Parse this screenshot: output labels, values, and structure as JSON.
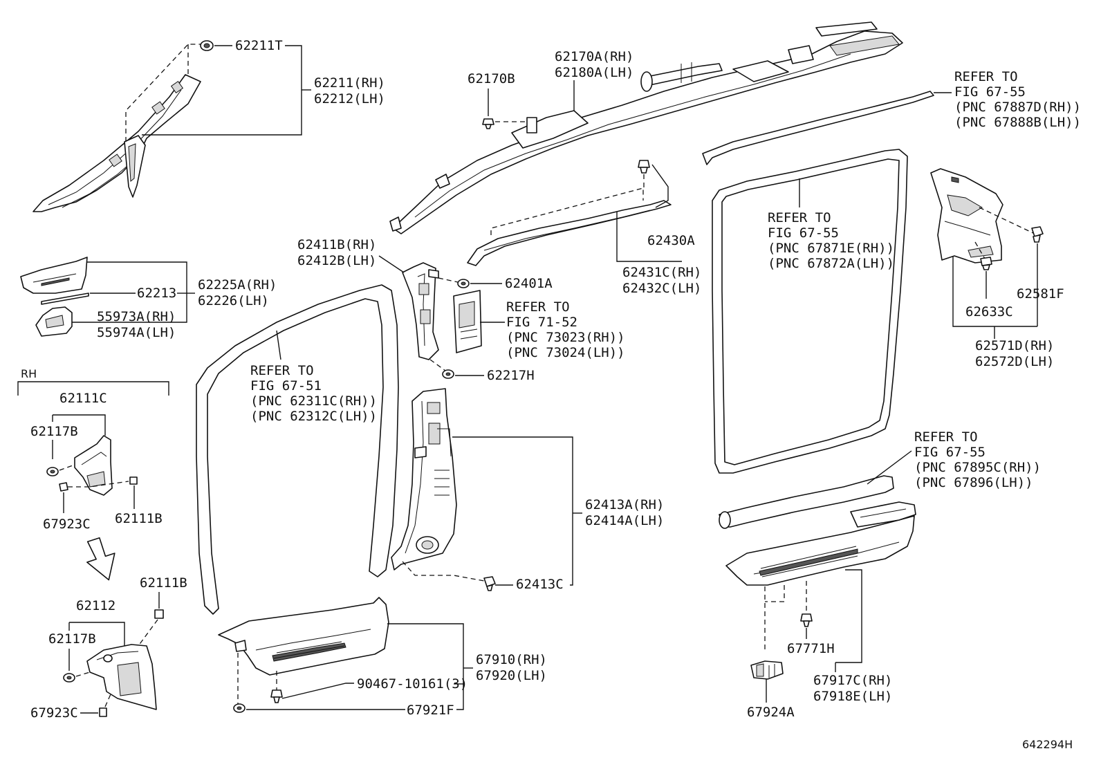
{
  "labels": {
    "l_62211T": "62211T",
    "l_62211RH": "62211(RH)",
    "l_62212LH": "62212(LH)",
    "l_62170B": "62170B",
    "l_62170A": "62170A(RH)",
    "l_62180A": "62180A(LH)",
    "l_refer1": "REFER TO",
    "l_fig1": "FIG 67-55",
    "l_pnc1a": "(PNC 67887D(RH))",
    "l_pnc1b": "(PNC 67888B(LH))",
    "l_62430A": "62430A",
    "l_62431C": "62431C(RH)",
    "l_62432C": "62432C(LH)",
    "l_refer2": "REFER TO",
    "l_fig2": "FIG 67-55",
    "l_pnc2a": "(PNC 67871E(RH))",
    "l_pnc2b": "(PNC 67872A(LH))",
    "l_62581F": "62581F",
    "l_62633C": "62633C",
    "l_62571D": "62571D(RH)",
    "l_62572D": "62572D(LH)",
    "l_62213": "62213",
    "l_62225A": "62225A(RH)",
    "l_62226": "62226(LH)",
    "l_55973A": "55973A(RH)",
    "l_55974A": "55974A(LH)",
    "l_62411B": "62411B(RH)",
    "l_62412B": "62412B(LH)",
    "l_62401A": "62401A",
    "l_refer3": "REFER TO",
    "l_fig3": "FIG 71-52",
    "l_pnc3a": "(PNC 73023(RH))",
    "l_pnc3b": "(PNC 73024(LH))",
    "l_62217H": "62217H",
    "l_refer4": "REFER TO",
    "l_fig4": "FIG 67-51",
    "l_pnc4a": "(PNC 62311C(RH))",
    "l_pnc4b": "(PNC 62312C(LH))",
    "l_RH": "RH",
    "l_62111C": "62111C",
    "l_62117B_1": "62117B",
    "l_67923C_1": "67923C",
    "l_62111B_1": "62111B",
    "l_62413A": "62413A(RH)",
    "l_62414A": "62414A(LH)",
    "l_62413C": "62413C",
    "l_refer5": "REFER TO",
    "l_fig5": "FIG 67-55",
    "l_pnc5a": "(PNC 67895C(RH))",
    "l_pnc5b": "(PNC 67896(LH))",
    "l_62111B_2": "62111B",
    "l_62112": "62112",
    "l_62117B_2": "62117B",
    "l_67923C_2": "67923C",
    "l_67910": "67910(RH)",
    "l_67920": "67920(LH)",
    "l_90467": "90467-10161(3)",
    "l_67921F": "67921F",
    "l_67771H": "67771H",
    "l_67917C": "67917C(RH)",
    "l_67918E": "67918E(LH)",
    "l_67924A": "67924A",
    "l_fignum": "642294H"
  }
}
